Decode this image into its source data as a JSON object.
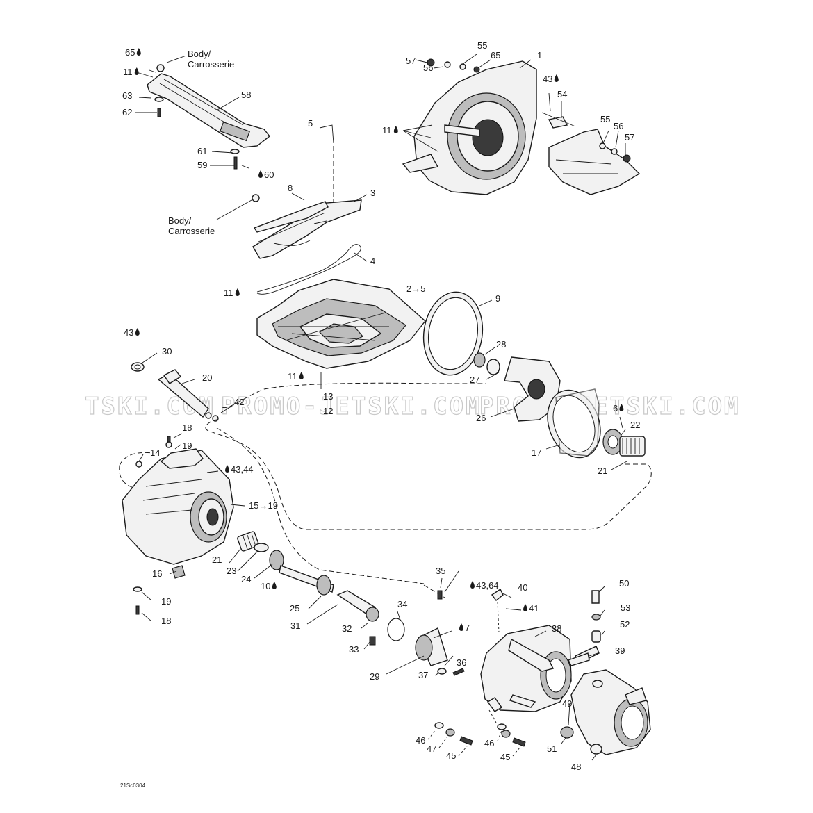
{
  "diagram": {
    "watermark": "PROMO-JETSKI.COM",
    "watermark_left": "TSKI.COM",
    "drawing_code": "21Sc0304",
    "body_label_line1": "Body/",
    "body_label_line2": "Carrosserie",
    "labels": [
      {
        "text": "65",
        "drop": true
      },
      {
        "text": "11",
        "drop": true
      },
      {
        "text": "63"
      },
      {
        "text": "62"
      },
      {
        "text": "58"
      },
      {
        "text": "61"
      },
      {
        "text": "59"
      },
      {
        "text": "60",
        "drop": true
      },
      {
        "text": "5"
      },
      {
        "text": "8"
      },
      {
        "text": "3"
      },
      {
        "text": "4"
      },
      {
        "text": "57"
      },
      {
        "text": "56"
      },
      {
        "text": "55"
      },
      {
        "text": "65"
      },
      {
        "text": "1"
      },
      {
        "text": "43",
        "drop": true
      },
      {
        "text": "54"
      },
      {
        "text": "11",
        "drop": true
      },
      {
        "text": "55"
      },
      {
        "text": "56"
      },
      {
        "text": "57"
      },
      {
        "text": "11",
        "drop": true
      },
      {
        "text": "2→5"
      },
      {
        "text": "9"
      },
      {
        "text": "43",
        "drop": true
      },
      {
        "text": "30"
      },
      {
        "text": "28"
      },
      {
        "text": "27"
      },
      {
        "text": "20"
      },
      {
        "text": "11",
        "drop": true
      },
      {
        "text": "13"
      },
      {
        "text": "12"
      },
      {
        "text": "42"
      },
      {
        "text": "26"
      },
      {
        "text": "6",
        "drop": true
      },
      {
        "text": "22"
      },
      {
        "text": "17"
      },
      {
        "text": "21"
      },
      {
        "text": "18"
      },
      {
        "text": "19"
      },
      {
        "text": "14"
      },
      {
        "text": "43,44",
        "drop": true
      },
      {
        "text": "15→19"
      },
      {
        "text": "21"
      },
      {
        "text": "23"
      },
      {
        "text": "24"
      },
      {
        "text": "16"
      },
      {
        "text": "10",
        "drop": true
      },
      {
        "text": "19"
      },
      {
        "text": "18"
      },
      {
        "text": "35"
      },
      {
        "text": "43,64",
        "drop": true
      },
      {
        "text": "40"
      },
      {
        "text": "50"
      },
      {
        "text": "34"
      },
      {
        "text": "41",
        "drop": true
      },
      {
        "text": "53"
      },
      {
        "text": "25"
      },
      {
        "text": "31"
      },
      {
        "text": "32"
      },
      {
        "text": "7",
        "drop": true
      },
      {
        "text": "38"
      },
      {
        "text": "52"
      },
      {
        "text": "33"
      },
      {
        "text": "39"
      },
      {
        "text": "36"
      },
      {
        "text": "29"
      },
      {
        "text": "37"
      },
      {
        "text": "49"
      },
      {
        "text": "46"
      },
      {
        "text": "47"
      },
      {
        "text": "45"
      },
      {
        "text": "46"
      },
      {
        "text": "45"
      },
      {
        "text": "51"
      },
      {
        "text": "48"
      }
    ]
  }
}
